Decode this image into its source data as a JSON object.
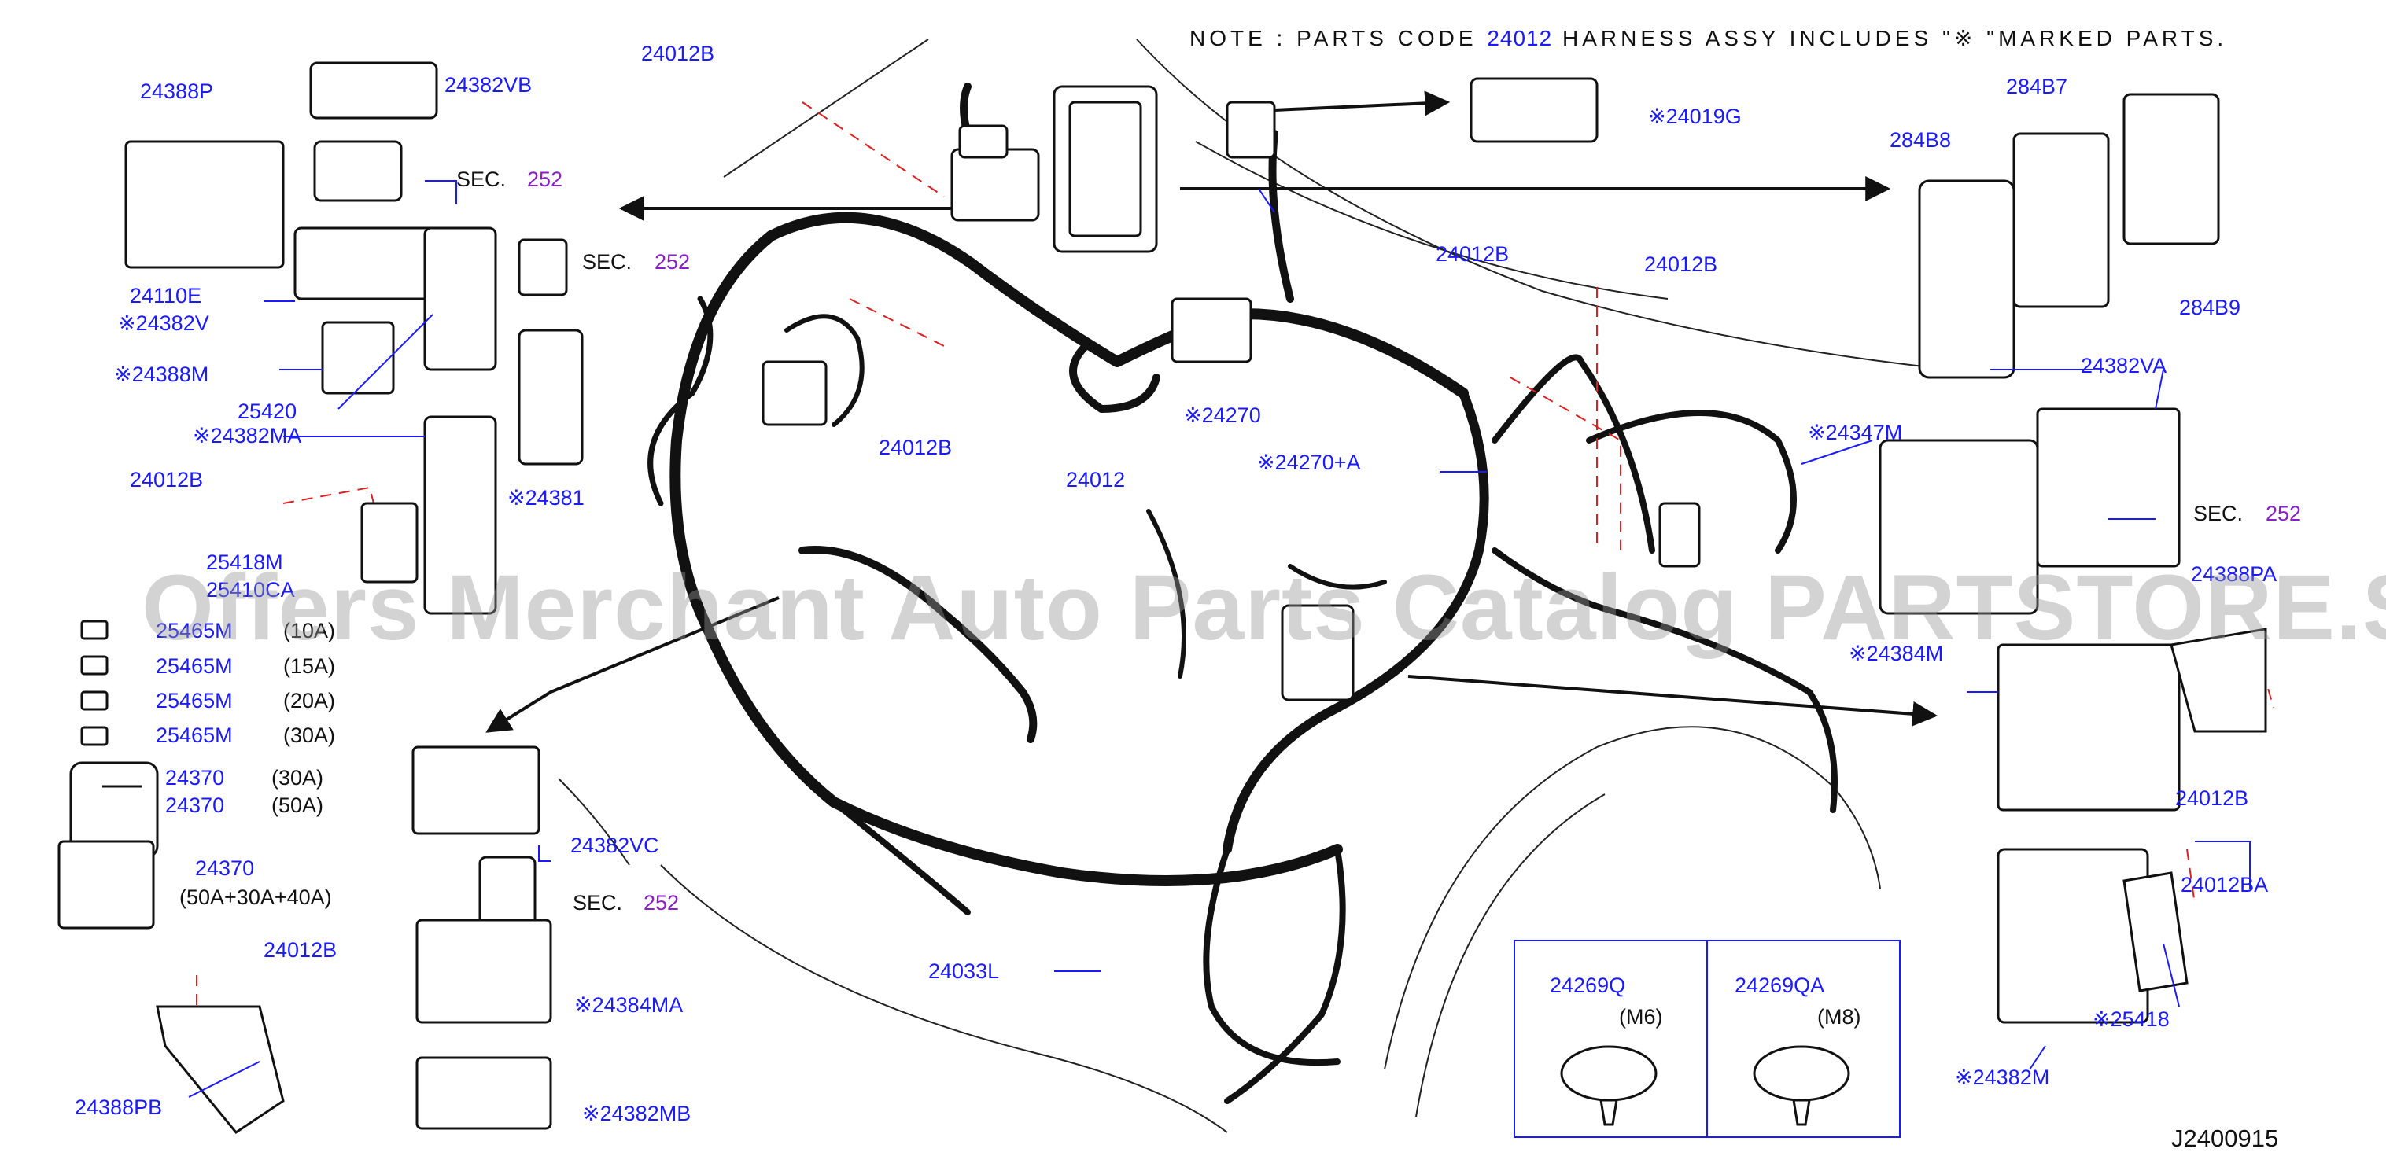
{
  "note": {
    "prefix": "NOTE : PARTS CODE",
    "code": "24012",
    "middle": "HARNESS ASSY INCLUDES \"",
    "mark": "※",
    "suffix": "\"MARKED PARTS."
  },
  "drawing_ref": "J2400915",
  "watermark": "Offers Merchant Auto Parts Catalog PARTSTORE.SA",
  "labels": {
    "l24012B_a": "24012B",
    "l24388P": "24388P",
    "l24382VB": "24382VB",
    "sec_a": "SEC.",
    "sec_a_num": "252",
    "l24110E": "24110E",
    "l24382V": "※24382V",
    "sec_b": "SEC.",
    "sec_b_num": "252",
    "l24388M": "※24388M",
    "l25420": "25420",
    "l24382MA": "※24382MA",
    "l24012B_b": "24012B",
    "l24381": "※24381",
    "l25418M": "25418M",
    "l25410CA": "25410CA",
    "f1_code": "25465M",
    "f1_amp": "(10A)",
    "f2_code": "25465M",
    "f2_amp": "(15A)",
    "f3_code": "25465M",
    "f3_amp": "(20A)",
    "f4_code": "25465M",
    "f4_amp": "(30A)",
    "b1_code": "24370",
    "b1_amp": "(30A)",
    "b2_code": "24370",
    "b2_amp": "(50A)",
    "b3_code": "24370",
    "b3_amp": "(50A+30A+40A)",
    "l24012B_c": "24012B",
    "l24388PB": "24388PB",
    "l24382VC": "24382VC",
    "sec_c": "SEC.",
    "sec_c_num": "252",
    "l24384MA": "※24384MA",
    "l24382MB": "※24382MB",
    "l24012B_d": "24012B",
    "l24012": "24012",
    "l24033L": "24033L",
    "l24019G": "※24019G",
    "l24012B_e": "24012B",
    "l24012B_f": "24012B",
    "l24270": "※24270",
    "l24270A": "※24270+A",
    "l24347M": "※24347M",
    "l284B7": "284B7",
    "l284B8": "284B8",
    "l284B9": "284B9",
    "l24382VA": "24382VA",
    "sec_d": "SEC.",
    "sec_d_num": "252",
    "l24388PA": "24388PA",
    "l24384M": "※24384M",
    "l24012B_g": "24012B",
    "l24012BA": "24012BA",
    "l25418": "※25418",
    "l24382M": "※24382M",
    "l24269Q": "24269Q",
    "l24269Q_size": "(M6)",
    "l24269QA": "24269QA",
    "l24269QA_size": "(M8)"
  }
}
